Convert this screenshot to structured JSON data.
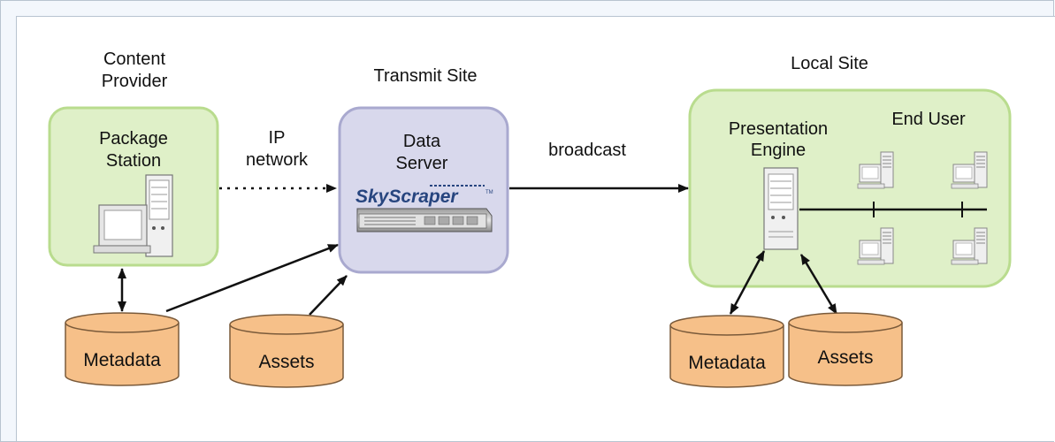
{
  "labels": {
    "content_provider": [
      "Content",
      "Provider"
    ],
    "transmit_site": "Transmit Site",
    "local_site": "Local Site",
    "package_station": [
      "Package",
      "Station"
    ],
    "ip_network": [
      "IP",
      "network"
    ],
    "data_server": [
      "Data",
      "Server"
    ],
    "skyscraper_logo": "SkyScraper",
    "broadcast": "broadcast",
    "presentation_engine": [
      "Presentation",
      "Engine"
    ],
    "end_user": "End User",
    "metadata_left": "Metadata",
    "assets_center": "Assets",
    "metadata_right": "Metadata",
    "assets_right": "Assets"
  },
  "colors": {
    "green_fill": "#dff0c8",
    "green_stroke": "#b9dc8e",
    "server_fill": "#d8d8ec",
    "server_stroke": "#a9a9cf",
    "db_fill": "#f6c089",
    "db_stroke": "#7a5a3a",
    "logo_blue": "#27457f"
  }
}
